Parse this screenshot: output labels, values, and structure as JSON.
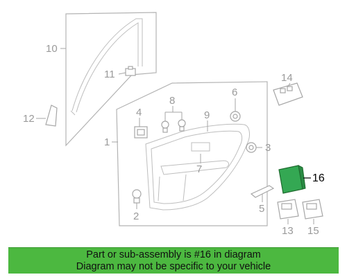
{
  "callouts": {
    "c1": "1",
    "c2": "2",
    "c3": "3",
    "c4": "4",
    "c5": "5",
    "c6": "6",
    "c7": "7",
    "c8": "8",
    "c9": "9",
    "c10": "10",
    "c11": "11",
    "c12": "12",
    "c13": "13",
    "c14": "14",
    "c15": "15",
    "c16": "16"
  },
  "banner": {
    "line1": "Part or sub-assembly is #16 in diagram",
    "line2": "Diagram may not be specific to your vehicle"
  },
  "colors": {
    "highlight_part": "#34a853",
    "banner_bg": "#4cb840",
    "line_gray": "#b3b3b3"
  }
}
